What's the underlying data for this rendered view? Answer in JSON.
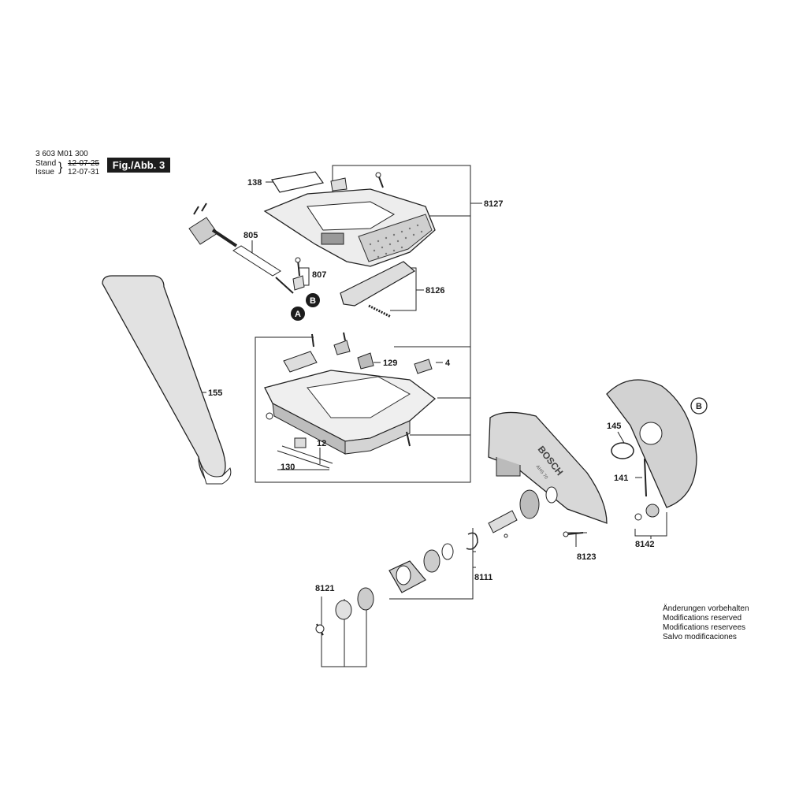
{
  "header": {
    "doc_number": "3 603 M01 300",
    "stand_label": "Stand",
    "issue_label": "Issue",
    "stand_date": "12-07-25",
    "issue_date": "12-07-31",
    "figure_label": "Fig./Abb. 3"
  },
  "parts": {
    "p138": "138",
    "p8127": "8127",
    "p805": "805",
    "p807": "807",
    "p8126": "8126",
    "p155": "155",
    "p129": "129",
    "p4": "4",
    "p12": "12",
    "p130": "130",
    "p145": "145",
    "p141": "141",
    "p8142": "8142",
    "p8123": "8123",
    "p8111": "8111",
    "p8121": "8121"
  },
  "callouts": {
    "a": "A",
    "b": "B"
  },
  "product_text": {
    "brand": "BOSCH",
    "model": "AHS 70"
  },
  "notes": [
    "Änderungen vorbehalten",
    "Modifications reserved",
    "Modifications reservees",
    "Salvo modificaciones"
  ]
}
